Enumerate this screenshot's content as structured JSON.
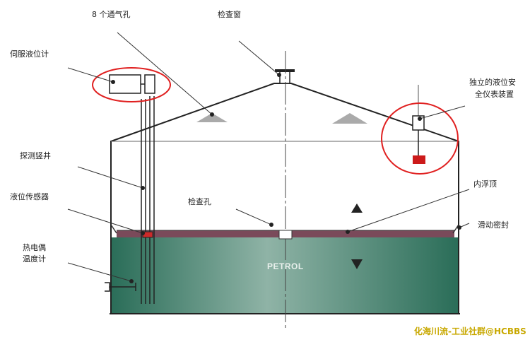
{
  "labels": {
    "vent_holes": "8 个通气孔",
    "inspection_window": "检查窗",
    "servo_gauge": "伺服液位计",
    "safety_gauge_line1": "独立的液位安",
    "safety_gauge_line2": "全仪表装置",
    "probe_well": "探测竖井",
    "level_sensor": "液位传感器",
    "inner_floating_roof": "内浮顶",
    "inspection_hole": "检查孔",
    "sliding_seal": "滑动密封",
    "thermocouple_line1": "热电偶",
    "thermocouple_line2": "温度计",
    "liquid": "PETROL"
  },
  "watermark": "化海川流-工业社群@HCBBS",
  "colors": {
    "liquid": "#2d7560",
    "floating_roof": "#7a4a5a",
    "highlight_circle": "#e02020",
    "safety_float": "#cc1a1a",
    "watermark": "#c8a800"
  }
}
